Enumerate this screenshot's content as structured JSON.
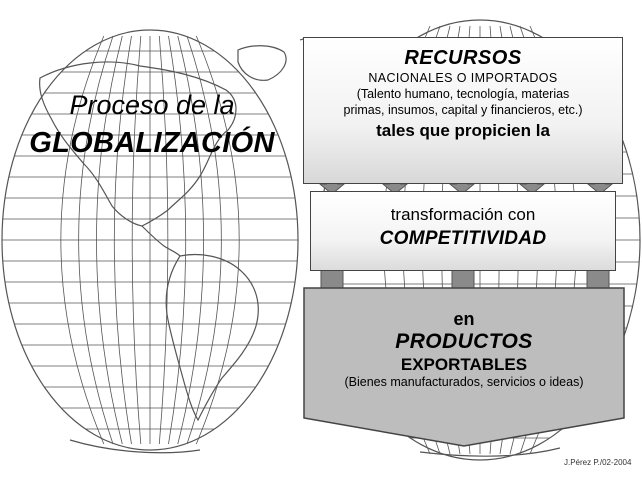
{
  "title": {
    "line1": "Proceso de la",
    "line2": "GLOBALIZACIÓN"
  },
  "box_recursos": {
    "heading": "RECURSOS",
    "subheading": "NACIONALES O IMPORTADOS",
    "description_line1": "(Talento humano, tecnología, materias",
    "description_line2": "primas, insumos, capital y financieros, etc.)",
    "tail": "tales que propicien la"
  },
  "box_transformacion": {
    "line1": "transformación con",
    "line2": "COMPETITIVIDAD"
  },
  "box_productos": {
    "line1": "en",
    "line2": "PRODUCTOS",
    "line3": "EXPORTABLES",
    "description": "(Bienes manufacturados, servicios o ideas)"
  },
  "credit": "J.Pérez P./02-2004",
  "colors": {
    "background": "#ffffff",
    "map_lines": "#555555",
    "arrow_fill": "#8a8a8a",
    "box_border": "#444444",
    "bottom_box_fill": "#bdbdbd"
  }
}
